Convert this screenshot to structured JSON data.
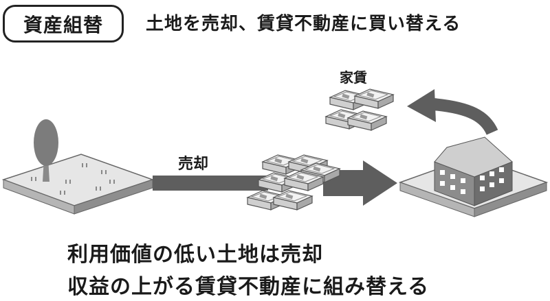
{
  "tag_label": "資産組替",
  "headline": "土地を売却、賃貸不動産に買い替える",
  "rent_label": "家賃",
  "sale_label": "売却",
  "caption": {
    "line1": "利用価値の低い土地は売却",
    "line2": "収益の上がる賃貸不動産に組み替える"
  },
  "icons": [
    "land-with-tree",
    "banknote-bundles",
    "apartment-building"
  ]
}
